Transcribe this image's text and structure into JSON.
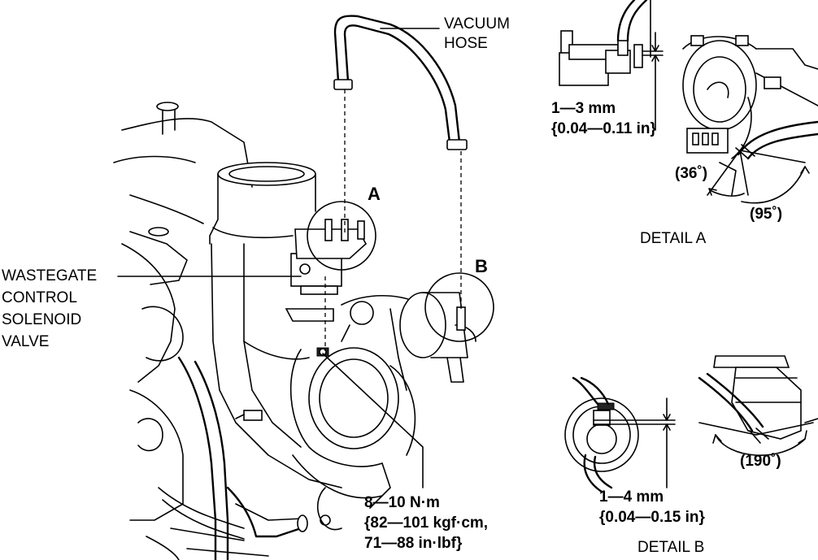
{
  "labels": {
    "vacuum_hose": [
      "VACUUM",
      "HOSE"
    ],
    "wastegate": [
      "WASTEGATE",
      "CONTROL",
      "SOLENOID",
      "VALVE"
    ],
    "callout_a": "A",
    "callout_b": "B",
    "torque": [
      "8—10 N·m",
      "{82—101 kgf·cm,",
      "71—88 in·lbf}"
    ],
    "detail_a": {
      "title": "DETAIL A",
      "gap": [
        "1—3 mm",
        "{0.04—0.11 in}"
      ],
      "angle_small": "(36˚)",
      "angle_large": "(95˚)"
    },
    "detail_b": {
      "title": "DETAIL B",
      "gap": [
        "1—4 mm",
        "{0.04—0.15 in}"
      ],
      "angle": "(190˚)"
    }
  }
}
